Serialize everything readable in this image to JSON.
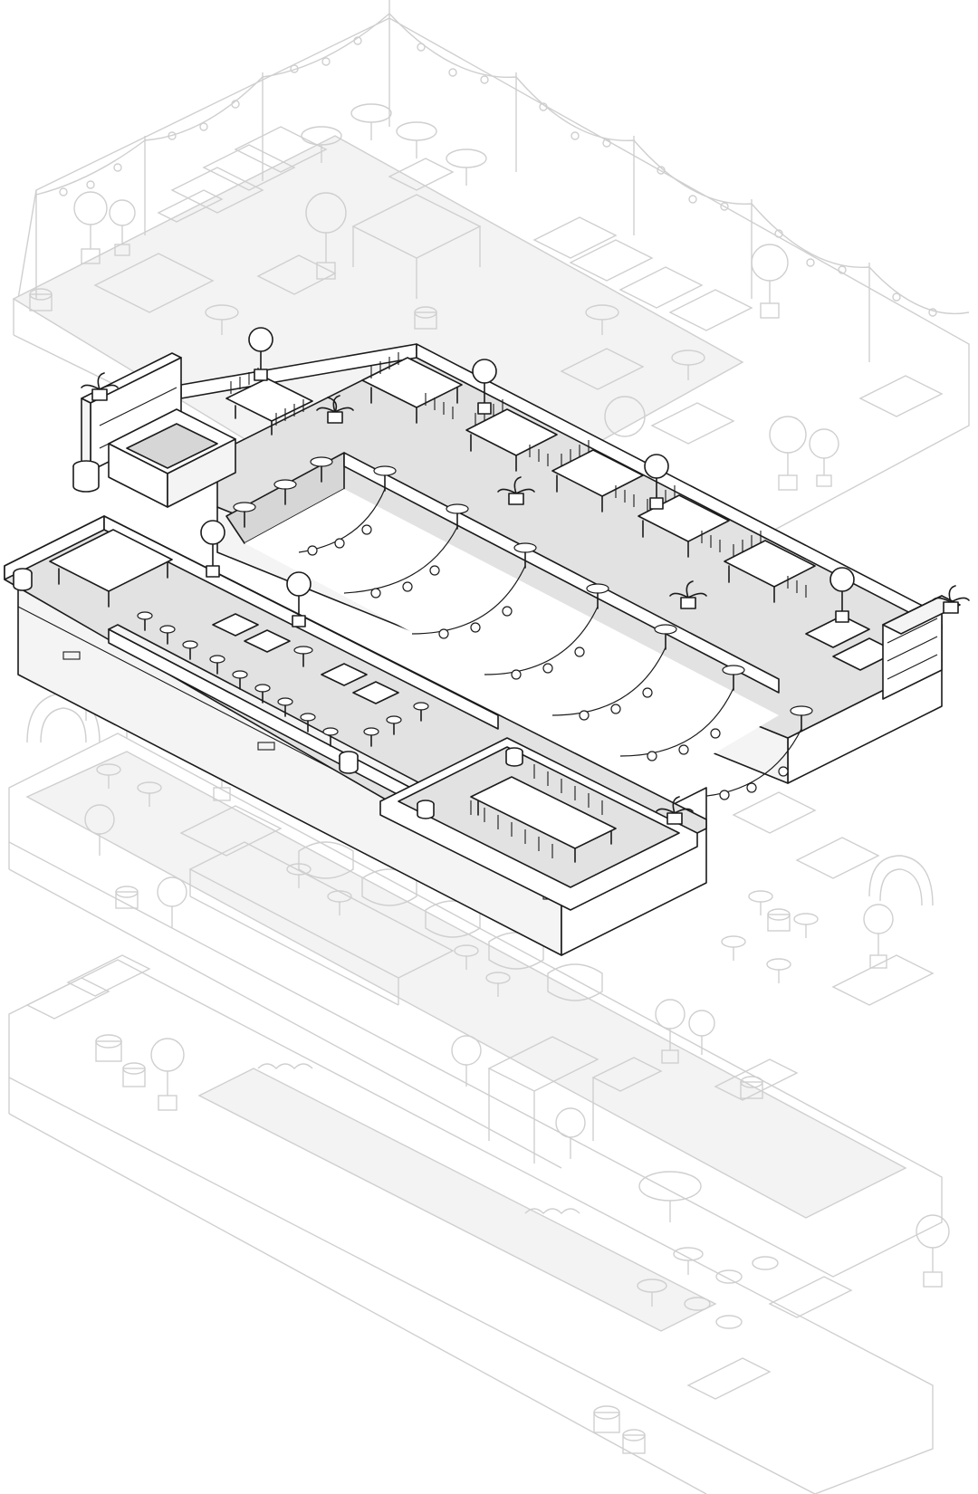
{
  "illustration": {
    "type": "exploded axonometric floor plan",
    "colors": {
      "ink": "#1b1b1b",
      "ghost": "#cfcfcf",
      "floor": "#e2e2e2",
      "background": "#ffffff"
    },
    "levels": [
      "upper-level-ghost",
      "featured-level",
      "lower-level-ghost",
      "ground-level-ghost"
    ],
    "featured_level": {
      "zones": [
        "left-wing-dining",
        "bar-counter",
        "string-light-void",
        "right-wing-banquet",
        "private-dining-room"
      ],
      "icons": [
        "potted-tree-icon",
        "palm-plant-icon",
        "round-table-icon",
        "long-table-icon",
        "barrel-icon",
        "string-light-icon"
      ]
    }
  }
}
